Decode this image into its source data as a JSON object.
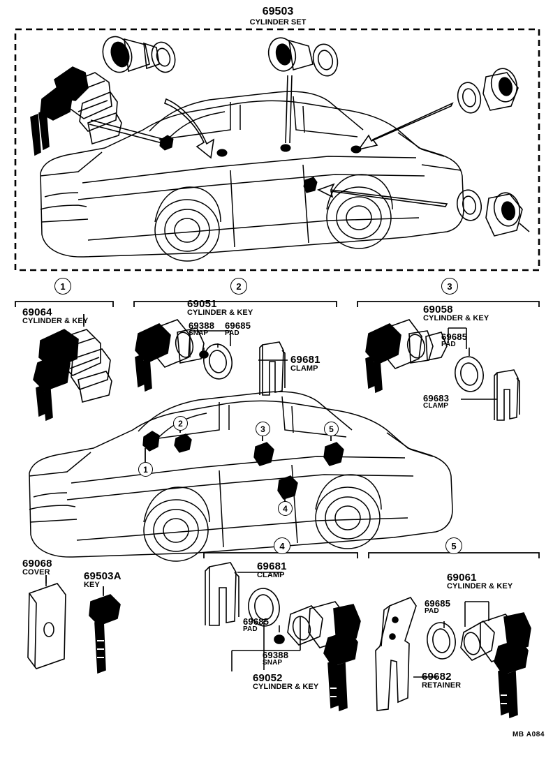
{
  "diagram": {
    "title": {
      "part_number": "69503",
      "name": "CYLINDER SET"
    },
    "watermark": "MB A084",
    "figure_labels": {
      "top_panel_caption": "69503 CYLINDER SET"
    },
    "callout_numbers": [
      "1",
      "2",
      "3",
      "4",
      "5"
    ],
    "sections": [
      {
        "callout": "1",
        "parts": [
          {
            "part_number": "69064",
            "name": "CYLINDER & KEY"
          }
        ]
      },
      {
        "callout": "2",
        "parts": [
          {
            "part_number": "69051",
            "name": "CYLINDER & KEY"
          },
          {
            "part_number": "69388",
            "name": "SNAP"
          },
          {
            "part_number": "69685",
            "name": "PAD"
          },
          {
            "part_number": "69681",
            "name": "CLAMP"
          }
        ]
      },
      {
        "callout": "3",
        "parts": [
          {
            "part_number": "69058",
            "name": "CYLINDER & KEY"
          },
          {
            "part_number": "69685",
            "name": "PAD"
          },
          {
            "part_number": "69683",
            "name": "CLAMP"
          }
        ]
      },
      {
        "callout": "4",
        "parts": [
          {
            "part_number": "69681",
            "name": "CLAMP"
          },
          {
            "part_number": "69685",
            "name": "PAD"
          },
          {
            "part_number": "69388",
            "name": "SNAP"
          },
          {
            "part_number": "69052",
            "name": "CYLINDER & KEY"
          }
        ]
      },
      {
        "callout": "5",
        "parts": [
          {
            "part_number": "69061",
            "name": "CYLINDER & KEY"
          },
          {
            "part_number": "69685",
            "name": "PAD"
          },
          {
            "part_number": "69682",
            "name": "RETAINER"
          }
        ]
      }
    ],
    "loose_parts": [
      {
        "part_number": "69068",
        "name": "COVER"
      },
      {
        "part_number": "69503A",
        "name": "KEY"
      }
    ]
  }
}
